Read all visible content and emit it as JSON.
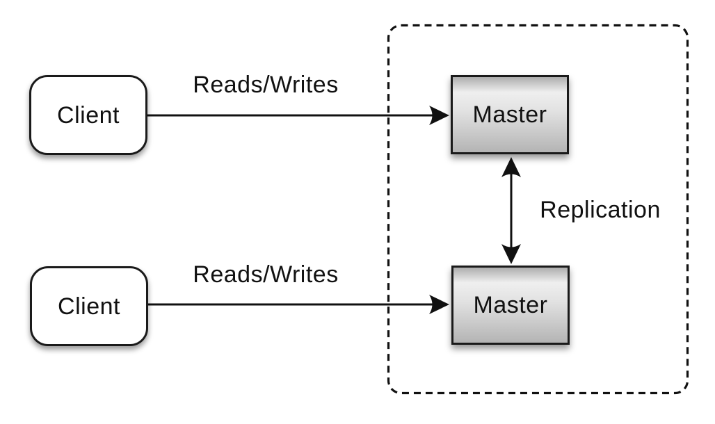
{
  "diagram": {
    "nodes": {
      "client_top": {
        "label": "Client"
      },
      "client_bottom": {
        "label": "Client"
      },
      "master_top": {
        "label": "Master"
      },
      "master_bottom": {
        "label": "Master"
      }
    },
    "edges": {
      "client_top_to_master_top": {
        "label": "Reads/Writes"
      },
      "client_bottom_to_master_bottom": {
        "label": "Reads/Writes"
      },
      "master_to_master": {
        "label": "Replication"
      }
    },
    "colors": {
      "background": "#ffffff",
      "stroke": "#111111",
      "node_border": "#1a1a1a",
      "client_fill": "#ffffff",
      "master_gradient_top": "#adadad",
      "master_gradient_light": "#efefef",
      "master_gradient_bottom": "#b4b4b4"
    }
  }
}
